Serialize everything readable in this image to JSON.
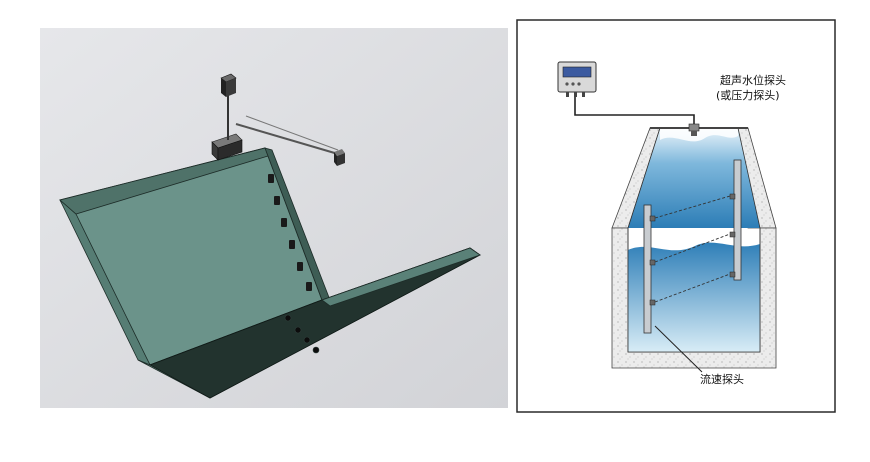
{
  "diagram": {
    "left_panel": {
      "colors": {
        "background": "#dedfe3",
        "plate": "#5f8a80",
        "plate_dark": "#1f302b",
        "plate_edge": "#14201c"
      }
    },
    "right_panel": {
      "labels": {
        "level_probe_line1": "超声水位探头",
        "level_probe_line2": "(或压力探头)",
        "velocity_probe": "流速探头"
      },
      "colors": {
        "frame": "#2a2a2a",
        "water_top": "#cfe6f2",
        "water_deep": "#2e7fb8",
        "concrete": "#e9e9e9"
      }
    }
  }
}
